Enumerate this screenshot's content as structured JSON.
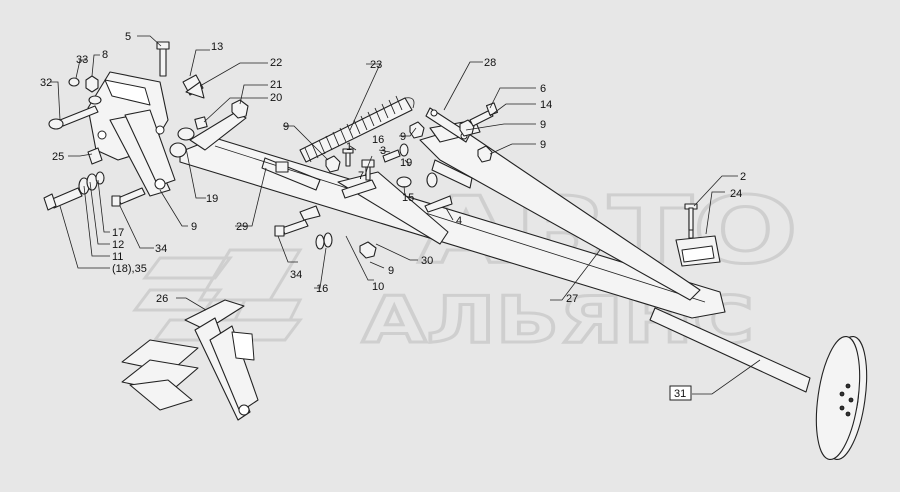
{
  "watermark": {
    "line1": "АВТО",
    "line2": "АЛЬЯНС"
  },
  "callouts": [
    {
      "id": "c5",
      "text": "5"
    },
    {
      "id": "c13",
      "text": "13"
    },
    {
      "id": "c22",
      "text": "22"
    },
    {
      "id": "c21",
      "text": "21"
    },
    {
      "id": "c20",
      "text": "20"
    },
    {
      "id": "c33",
      "text": "33"
    },
    {
      "id": "c8",
      "text": "8"
    },
    {
      "id": "c32",
      "text": "32"
    },
    {
      "id": "c25",
      "text": "25"
    },
    {
      "id": "c23",
      "text": "23"
    },
    {
      "id": "c28",
      "text": "28"
    },
    {
      "id": "c6",
      "text": "6"
    },
    {
      "id": "c14",
      "text": "14"
    },
    {
      "id": "c9a",
      "text": "9"
    },
    {
      "id": "c9b",
      "text": "9"
    },
    {
      "id": "c9c",
      "text": "9"
    },
    {
      "id": "c9d",
      "text": "9"
    },
    {
      "id": "c9e",
      "text": "9"
    },
    {
      "id": "c9f",
      "text": "9"
    },
    {
      "id": "c1",
      "text": "1"
    },
    {
      "id": "c16",
      "text": "16"
    },
    {
      "id": "c3",
      "text": "3"
    },
    {
      "id": "c19a",
      "text": "19"
    },
    {
      "id": "c19b",
      "text": "19"
    },
    {
      "id": "c7",
      "text": "7"
    },
    {
      "id": "c15",
      "text": "15"
    },
    {
      "id": "c4",
      "text": "4"
    },
    {
      "id": "c2",
      "text": "2"
    },
    {
      "id": "c24",
      "text": "24"
    },
    {
      "id": "c29",
      "text": "29"
    },
    {
      "id": "c17",
      "text": "17"
    },
    {
      "id": "c12",
      "text": "12"
    },
    {
      "id": "c11",
      "text": "11"
    },
    {
      "id": "c1835",
      "text": "(18),35"
    },
    {
      "id": "c34a",
      "text": "34"
    },
    {
      "id": "c34b",
      "text": "34"
    },
    {
      "id": "c30",
      "text": "30"
    },
    {
      "id": "c10",
      "text": "10"
    },
    {
      "id": "c16b",
      "text": "16"
    },
    {
      "id": "c26",
      "text": "26"
    },
    {
      "id": "c27",
      "text": "27"
    },
    {
      "id": "c31",
      "text": "31"
    }
  ]
}
